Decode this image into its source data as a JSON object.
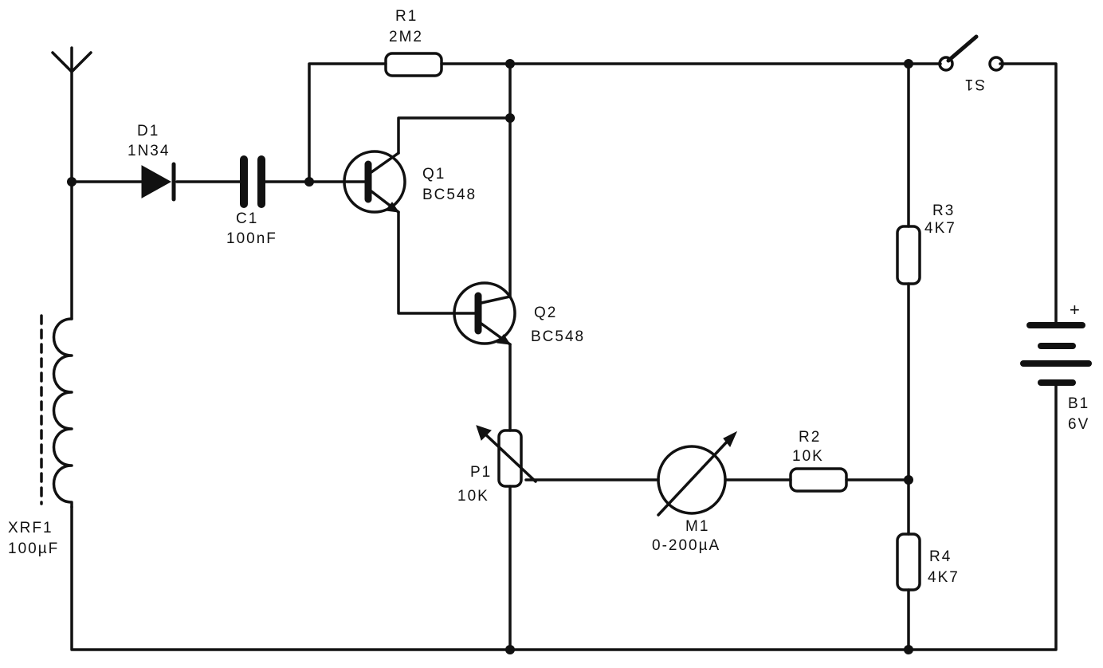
{
  "components": {
    "d1": {
      "ref": "D1",
      "value": "1N34"
    },
    "c1": {
      "ref": "C1",
      "value": "100nF"
    },
    "r1": {
      "ref": "R1",
      "value": "2M2"
    },
    "q1": {
      "ref": "Q1",
      "value": "BC548"
    },
    "q2": {
      "ref": "Q2",
      "value": "BC548"
    },
    "s1": {
      "ref": "S1"
    },
    "r3": {
      "ref": "R3",
      "value": "4K7"
    },
    "r4": {
      "ref": "R4",
      "value": "4K7"
    },
    "b1": {
      "ref": "B1",
      "value": "6V",
      "polarity": "+"
    },
    "p1": {
      "ref": "P1",
      "value": "10K"
    },
    "m1": {
      "ref": "M1",
      "value": "0-200µA"
    },
    "r2": {
      "ref": "R2",
      "value": "10K"
    },
    "xrf1": {
      "ref": "XRF1",
      "value": "100µF"
    }
  }
}
